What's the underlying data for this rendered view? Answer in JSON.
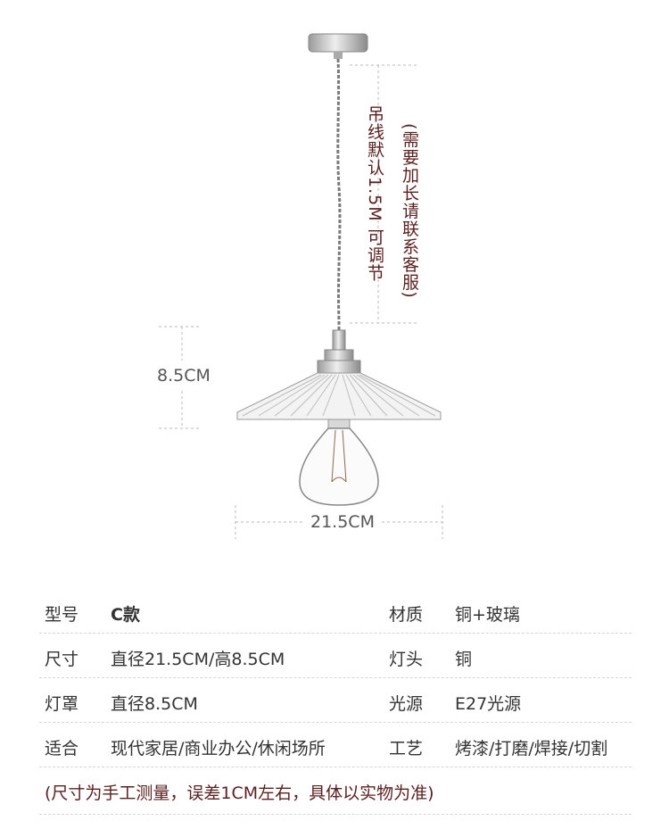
{
  "illustration": {
    "cord_note": "吊线默认1.5M 可调节",
    "cord_note_extra": "(需要加长请联系客服)",
    "height_label": "8.5CM",
    "width_label": "21.5CM"
  },
  "specs": {
    "rows": [
      {
        "label1": "型号",
        "value1": "C款",
        "label2": "材质",
        "value2": "铜+玻璃"
      },
      {
        "label1": "尺寸",
        "value1": "直径21.5CM/高8.5CM",
        "label2": "灯头",
        "value2": "铜"
      },
      {
        "label1": "灯罩",
        "value1": "直径8.5CM",
        "label2": "光源",
        "value2": "E27光源"
      },
      {
        "label1": "适合",
        "value1": "现代家居/商业办公/休闲场所",
        "label2": "工艺",
        "value2": "烤漆/打磨/焊接/切割"
      }
    ],
    "note": "(尺寸为手工测量，误差1CM左右，具体以实物为准)"
  },
  "colors": {
    "accent_text": "#5a1f1f",
    "body_text": "#333333"
  }
}
